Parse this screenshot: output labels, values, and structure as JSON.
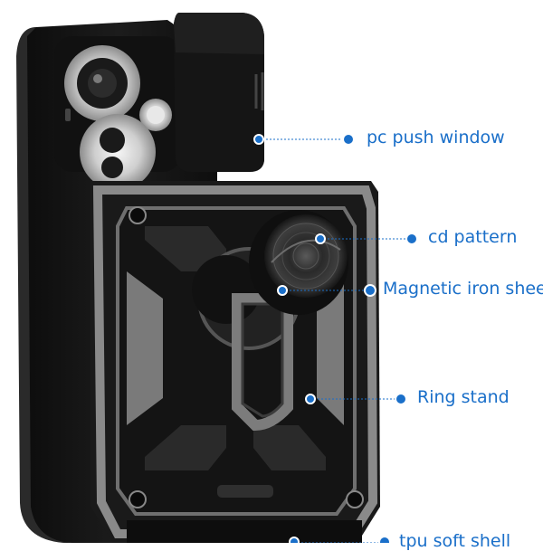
{
  "callouts": [
    {
      "key": "pc",
      "label": "pc push window"
    },
    {
      "key": "cd",
      "label": "cd pattern"
    },
    {
      "key": "mag",
      "label": "Magnetic iron sheet"
    },
    {
      "key": "ring",
      "label": "Ring stand"
    },
    {
      "key": "tpu",
      "label": "tpu soft shell"
    }
  ],
  "colors": {
    "accent": "#1a6fc9",
    "case_black": "#141414",
    "case_grey": "#8a8a8a",
    "background": "#ffffff"
  }
}
